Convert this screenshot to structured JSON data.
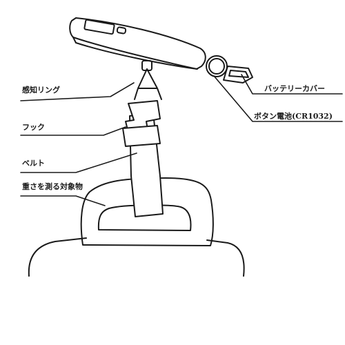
{
  "labels": {
    "sensing_ring": "感知リング",
    "hook": "フック",
    "belt": "ベルト",
    "object": "重さを測る対象物",
    "battery_cover": "バッテリーカバー",
    "button_battery": "ボタン電池(CR1032)"
  }
}
